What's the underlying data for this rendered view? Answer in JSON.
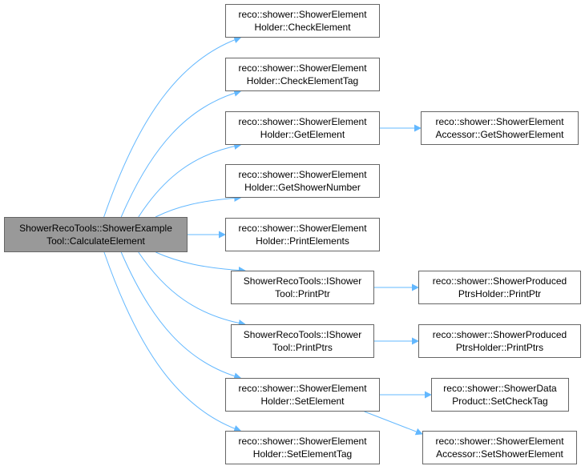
{
  "colors": {
    "edge": "#63b8ff",
    "node_border": "#666666",
    "root_fill": "#999999",
    "node_fill": "#ffffff"
  },
  "nodes": {
    "root": {
      "line1": "ShowerRecoTools::ShowerExample",
      "line2": "Tool::CalculateElement"
    },
    "check_element": {
      "line1": "reco::shower::ShowerElement",
      "line2": "Holder::CheckElement"
    },
    "check_element_tag": {
      "line1": "reco::shower::ShowerElement",
      "line2": "Holder::CheckElementTag"
    },
    "get_element": {
      "line1": "reco::shower::ShowerElement",
      "line2": "Holder::GetElement"
    },
    "get_shower_element": {
      "line1": "reco::shower::ShowerElement",
      "line2": "Accessor::GetShowerElement"
    },
    "get_shower_number": {
      "line1": "reco::shower::ShowerElement",
      "line2": "Holder::GetShowerNumber"
    },
    "print_elements": {
      "line1": "reco::shower::ShowerElement",
      "line2": "Holder::PrintElements"
    },
    "print_ptr": {
      "line1": "ShowerRecoTools::IShower",
      "line2": "Tool::PrintPtr"
    },
    "produced_print_ptr": {
      "line1": "reco::shower::ShowerProduced",
      "line2": "PtrsHolder::PrintPtr"
    },
    "print_ptrs": {
      "line1": "ShowerRecoTools::IShower",
      "line2": "Tool::PrintPtrs"
    },
    "produced_print_ptrs": {
      "line1": "reco::shower::ShowerProduced",
      "line2": "PtrsHolder::PrintPtrs"
    },
    "set_element": {
      "line1": "reco::shower::ShowerElement",
      "line2": "Holder::SetElement"
    },
    "set_check_tag": {
      "line1": "reco::shower::ShowerData",
      "line2": "Product::SetCheckTag"
    },
    "set_shower_element": {
      "line1": "reco::shower::ShowerElement",
      "line2": "Accessor::SetShowerElement"
    },
    "set_element_tag": {
      "line1": "reco::shower::ShowerElement",
      "line2": "Holder::SetElementTag"
    }
  },
  "edges": [
    [
      "root",
      "check_element"
    ],
    [
      "root",
      "check_element_tag"
    ],
    [
      "root",
      "get_element"
    ],
    [
      "root",
      "get_shower_number"
    ],
    [
      "root",
      "print_elements"
    ],
    [
      "root",
      "print_ptr"
    ],
    [
      "root",
      "print_ptrs"
    ],
    [
      "root",
      "set_element"
    ],
    [
      "root",
      "set_element_tag"
    ],
    [
      "get_element",
      "get_shower_element"
    ],
    [
      "print_ptr",
      "produced_print_ptr"
    ],
    [
      "print_ptrs",
      "produced_print_ptrs"
    ],
    [
      "set_element",
      "set_check_tag"
    ],
    [
      "set_element",
      "set_shower_element"
    ]
  ]
}
